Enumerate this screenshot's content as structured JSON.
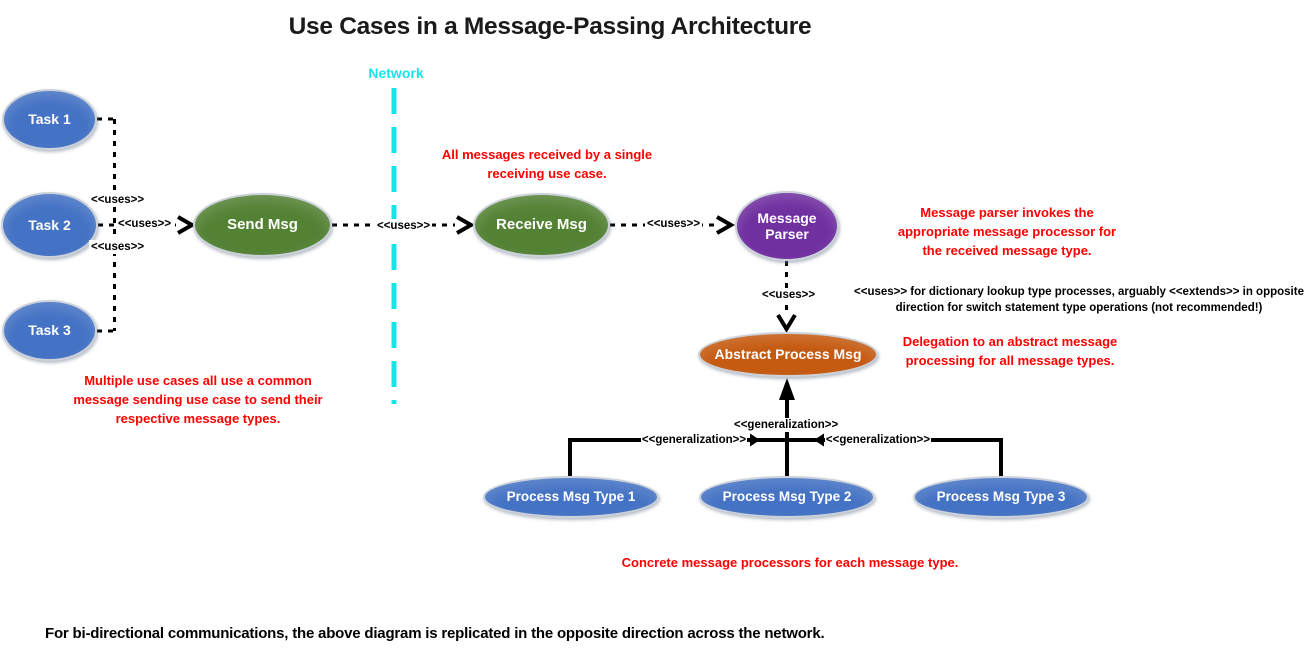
{
  "title": "Use Cases in a Message-Passing Architecture",
  "network": {
    "label": "Network"
  },
  "stereotypes": {
    "uses": "<<uses>>",
    "generalization": "<<generalization>>"
  },
  "nodes": {
    "task1": {
      "label": "Task 1"
    },
    "task2": {
      "label": "Task 2"
    },
    "task3": {
      "label": "Task 3"
    },
    "send": {
      "label": "Send Msg"
    },
    "receive": {
      "label": "Receive Msg"
    },
    "parser": {
      "label": "Message Parser"
    },
    "abstract": {
      "label": "Abstract Process Msg"
    },
    "type1": {
      "label": "Process Msg Type 1"
    },
    "type2": {
      "label": "Process Msg Type 2"
    },
    "type3": {
      "label": "Process Msg Type 3"
    }
  },
  "annotations": {
    "all_messages": {
      "lines": [
        "All messages received by a single",
        "receiving use case."
      ]
    },
    "parser_note": {
      "lines": [
        "Message parser invokes the",
        "appropriate message processor for",
        "the received message type."
      ]
    },
    "uses_note": {
      "lines": [
        "<<uses>> for dictionary lookup type processes, arguably <<extends>> in opposite",
        "direction for switch statement type operations (not recommended!)"
      ]
    },
    "delegation": {
      "lines": [
        "Delegation to an abstract message",
        "processing for all message types."
      ]
    },
    "multiple_use": {
      "lines": [
        "Multiple use cases all use a common",
        "message sending use case to send their",
        "respective message types."
      ]
    },
    "concrete": {
      "lines": [
        "Concrete message processors for each message type."
      ]
    }
  },
  "footer": "For bi-directional communications, the above diagram is replicated in the opposite direction across the network.",
  "colors": {
    "actor_blue": "#4472C4",
    "use_case_green": "#548235",
    "parser_purple": "#7030A0",
    "abstract_orange": "#C55A11",
    "annotation_red": "#FF0000",
    "network_cyan": "#17E3E8"
  }
}
